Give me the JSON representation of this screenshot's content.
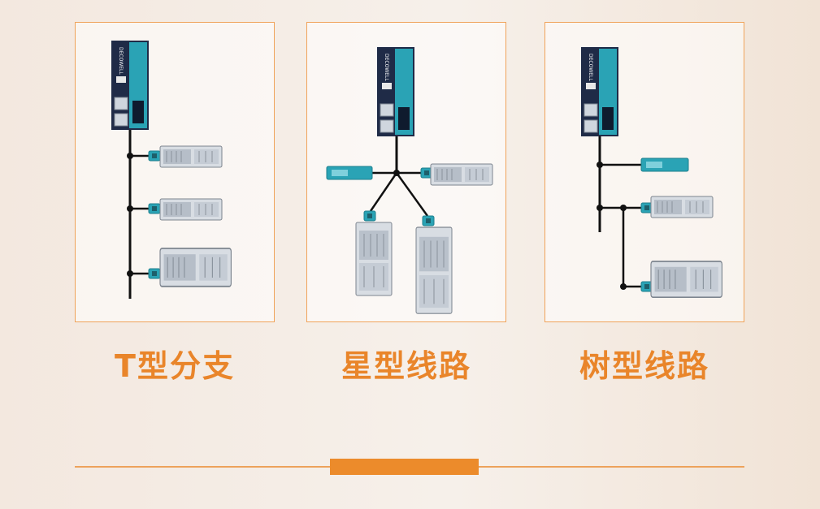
{
  "topologies": [
    {
      "id": "t",
      "caption": "T型分支"
    },
    {
      "id": "star",
      "caption": "星型线路"
    },
    {
      "id": "tree",
      "caption": "树型线路"
    }
  ],
  "colors": {
    "accent": "#e9852a",
    "frame": "#f0a35a",
    "teal": "#2aa3b5",
    "navy": "#1f2b47",
    "line": "#111111"
  },
  "device_brand": "DECOWELL"
}
